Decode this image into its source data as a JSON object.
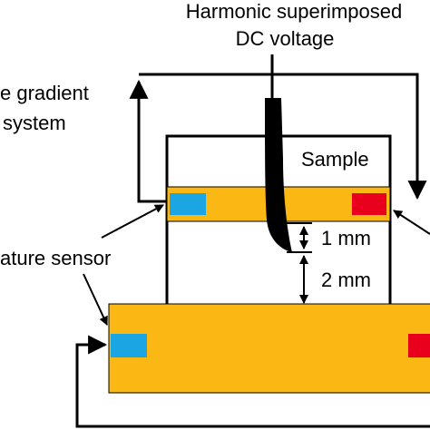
{
  "labels": {
    "title_line1": "Harmonic superimposed",
    "title_line2": "DC voltage",
    "gradient_line1": "e gradient",
    "gradient_line2": "system",
    "sample": "Sample",
    "sensor": "ature sensor",
    "gap_small": "1 mm",
    "gap_large": "2 mm"
  },
  "colors": {
    "plate": "#FBB714",
    "cold_sensor": "#1CA5E3",
    "hot_sensor": "#E8001C",
    "electrode": "#000000",
    "line": "#000000",
    "background": "#FFFFFF"
  }
}
